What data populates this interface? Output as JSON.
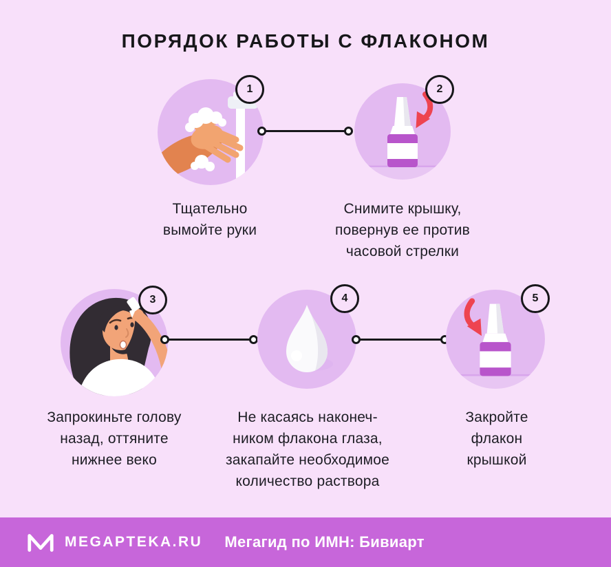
{
  "title": "ПОРЯДОК РАБОТЫ С ФЛАКОНОМ",
  "steps": [
    {
      "number": "1",
      "label": "Тщательно\nвымойте руки",
      "illustration": "washing-hands"
    },
    {
      "number": "2",
      "label": "Снимите крышку,\nповернув ее против\nчасовой стрелки",
      "illustration": "bottle-cap-removal"
    },
    {
      "number": "3",
      "label": "Запрокиньте голову\nназад, оттяните\nнижнее веко",
      "illustration": "tilt-head-eye-drop"
    },
    {
      "number": "4",
      "label": "Не касаясь наконеч-\nником флакона глаза,\nзакапайте необходимое\nколичество раствора",
      "illustration": "solution-drop"
    },
    {
      "number": "5",
      "label": "Закройте флакон\nкрышкой",
      "illustration": "bottle-cap-closing"
    }
  ],
  "footer": {
    "brand": "MEGAPTEKA.RU",
    "tagline": "Мегагид по ИМН: Бивиарт"
  },
  "colors": {
    "bg": "#f8e0fa",
    "circle": "#e3baf1",
    "ink": "#17171a",
    "text": "#1d1d24",
    "footer": "#c766da",
    "band": "#b855cb",
    "arrow": "#ee4450",
    "skin": "#f2a470",
    "skin-dark": "#e2834f",
    "hair": "#322c33",
    "ground": "#d8a6ec"
  }
}
